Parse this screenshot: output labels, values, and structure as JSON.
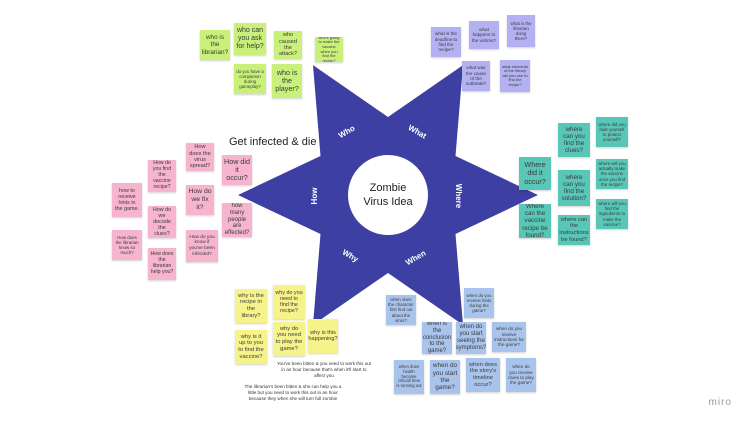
{
  "star": {
    "center_line1": "Zombie",
    "center_line2": "Virus Idea",
    "arms": [
      "Who",
      "What",
      "Where",
      "When",
      "Why",
      "How"
    ],
    "color": "#3d40a2"
  },
  "heading": "Get infected & die",
  "brand": "miro",
  "colors": {
    "green": "#c9f07a",
    "purple": "#b4b1f2",
    "teal": "#58c7b8",
    "blue": "#a9c4ec",
    "yellow": "#f6f38a",
    "pink": "#f6b4cf"
  },
  "groups": {
    "who": [
      "who is the librarian?",
      "who can you ask for help?",
      "who caused the attack?",
      "who's going to make the vaccine when you find the recipe?",
      "do you have a companion during gameplay?",
      "who is the player?"
    ],
    "what": [
      "what is the deadline to find the recipe?",
      "what happens to the victims?",
      "what is the librarian doing there?",
      "what was the cause of the outbreak?",
      "what elements of the library will you use to find the recipe?"
    ],
    "where": [
      "where can you find the clues?",
      "where did you hide yourself to protect yourself?",
      "Where did it occur?",
      "where can you find the solution?",
      "where will you actually make the vaccine once you find the recipe?",
      "Where can the vaccine recipe be found?",
      "where can the instructions be found?",
      "where will you find the ingredients to make the vaccine?"
    ],
    "when": [
      "when does the character first find out about the virus?",
      "when do you receive hints during the game?",
      "when is the conclusion to the game?",
      "when do you start seeing the symptoms?",
      "when do you receive instructions for the game?",
      "when does health become critical/ time is running out",
      "when do you start the game?",
      "when does the story's timeline occur?",
      "when do you receive clues to play the game?"
    ],
    "why": [
      "why is the recipe in the library?",
      "why do you need to find the recipe?",
      "why is it up to you to find the vaccine?",
      "why do you need to play the game?",
      "why is this happening?"
    ],
    "how": [
      "How does the virus spread?",
      "How did it occur?",
      "How do you find the vaccine recipe?",
      "How do we fix it?",
      "how to receive hints in the game.",
      "How do we decode the clues?",
      "how many people are effected?",
      "How does the librarian know so much?",
      "How do you know if you've been infected?",
      "How does the librarian help you?"
    ]
  },
  "captions": [
    "You've been bitten & you need to work this out in an hour because that's when it'll start to affect you",
    "The librarian's been bitten & she can help you a little but you need to work this out in an hour because they when she will turn full zombie"
  ]
}
